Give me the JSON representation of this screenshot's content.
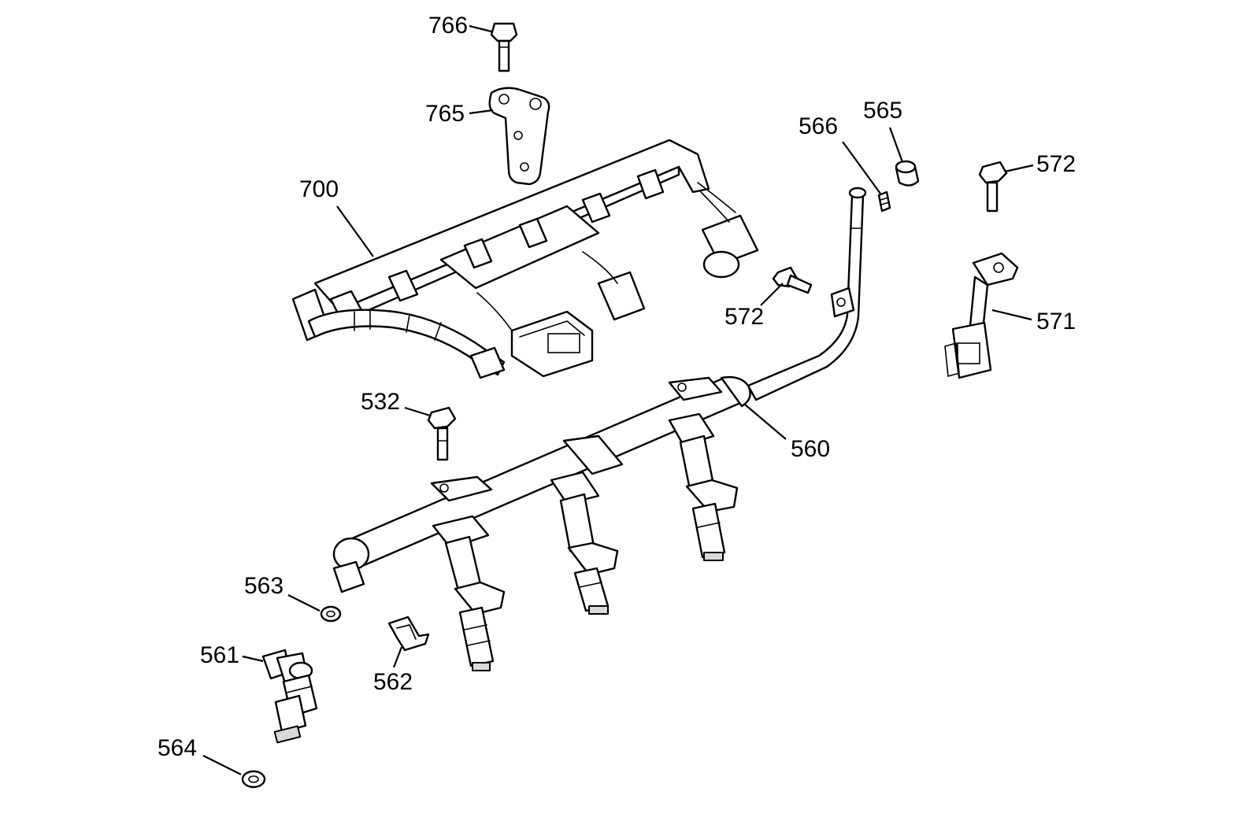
{
  "callouts": {
    "c766": "766",
    "c765": "765",
    "c700": "700",
    "c566": "566",
    "c565": "565",
    "c572a": "572",
    "c572b": "572",
    "c571": "571",
    "c532": "532",
    "c560": "560",
    "c563": "563",
    "c561": "561",
    "c562": "562",
    "c564": "564"
  }
}
